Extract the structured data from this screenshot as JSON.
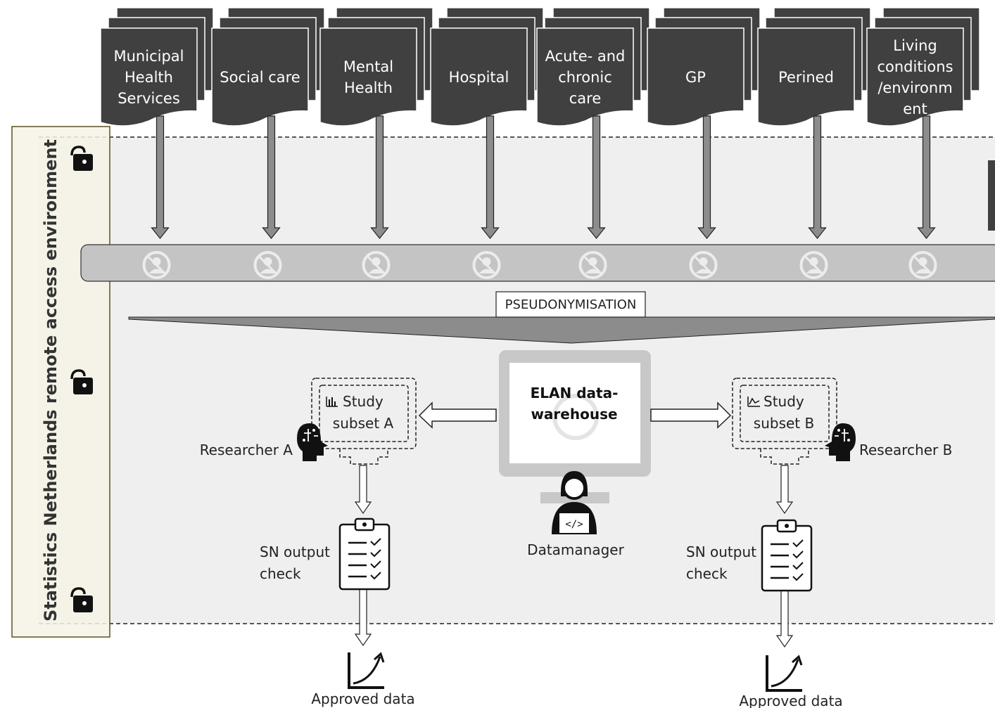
{
  "sources": [
    {
      "lines": [
        "Municipal",
        "Health",
        "Services"
      ]
    },
    {
      "lines": [
        "Social care"
      ]
    },
    {
      "lines": [
        "Mental",
        "Health"
      ]
    },
    {
      "lines": [
        "Hospital"
      ]
    },
    {
      "lines": [
        "Acute- and",
        "chronic",
        "care"
      ]
    },
    {
      "lines": [
        "GP"
      ]
    },
    {
      "lines": [
        "Perined"
      ]
    },
    {
      "lines": [
        "Living",
        "conditions",
        "/environm",
        "ent"
      ]
    }
  ],
  "environment_label": "Statistics Netherlands remote access environment",
  "pseudonymisation_label": "PSEUDONYMISATION",
  "warehouse": {
    "line1": "ELAN data-",
    "line2": "warehouse"
  },
  "datamanager_label": "Datamanager",
  "subset_a": {
    "line1": "Study",
    "line2": "subset A"
  },
  "subset_b": {
    "line1": "Study",
    "line2": "subset B"
  },
  "researcher_a": "Researcher A",
  "researcher_b": "Researcher B",
  "output_check_a": {
    "line1": "SN output",
    "line2": "check"
  },
  "output_check_b": {
    "line1": "SN output",
    "line2": "check"
  },
  "approved_a": "Approved data",
  "approved_b": "Approved data",
  "colors": {
    "doc_fill": "#404040",
    "band_fill": "#c4c4c4",
    "area_fill": "#efefef",
    "env_fill": "#f6f3e6",
    "env_border": "#5a5220",
    "arrow_fill": "#8c8c8c"
  }
}
